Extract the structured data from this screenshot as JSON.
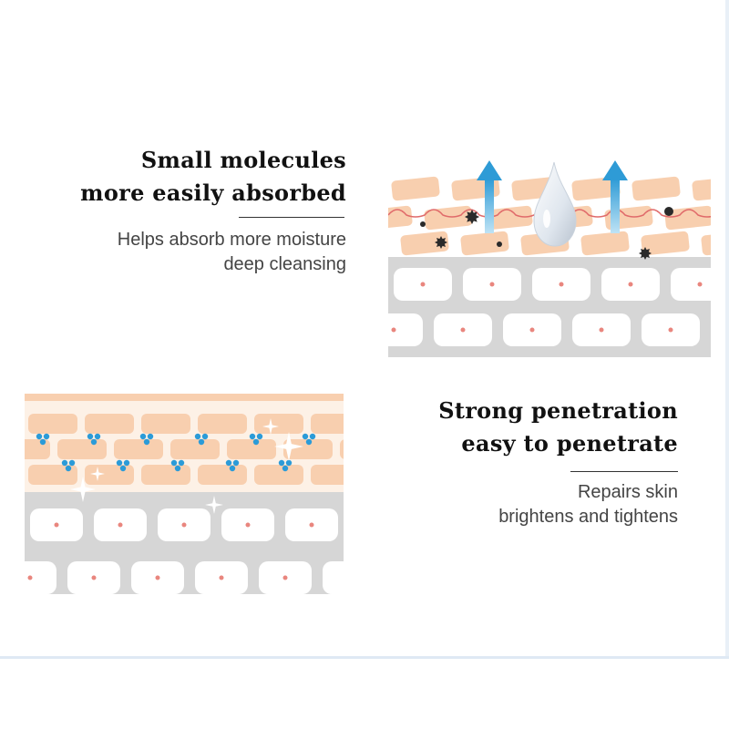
{
  "section1": {
    "heading_line1": "Small molecules",
    "heading_line2": "more easily absorbed",
    "desc_line1": "Helps absorb more moisture",
    "desc_line2": "deep cleansing"
  },
  "section2": {
    "heading_line1": "Strong penetration",
    "heading_line2": "easy to penetrate",
    "desc_line1": "Repairs skin",
    "desc_line2": "brightens and tightens"
  },
  "colors": {
    "skin_cell": "#f8cfaf",
    "skin_layer_bg": "#fdf1e6",
    "dermis_bg": "#d6d6d6",
    "nucleus": "#e9867e",
    "arrow": "#3aa6da",
    "molecule": "#2b9bd8",
    "dirt": "#2a2a2a",
    "wavy_line": "#e06a6a"
  },
  "icons": [
    "up-arrow-icon",
    "water-drop-icon",
    "sparkle-icon",
    "dirt-particle-icon",
    "molecule-icon"
  ]
}
